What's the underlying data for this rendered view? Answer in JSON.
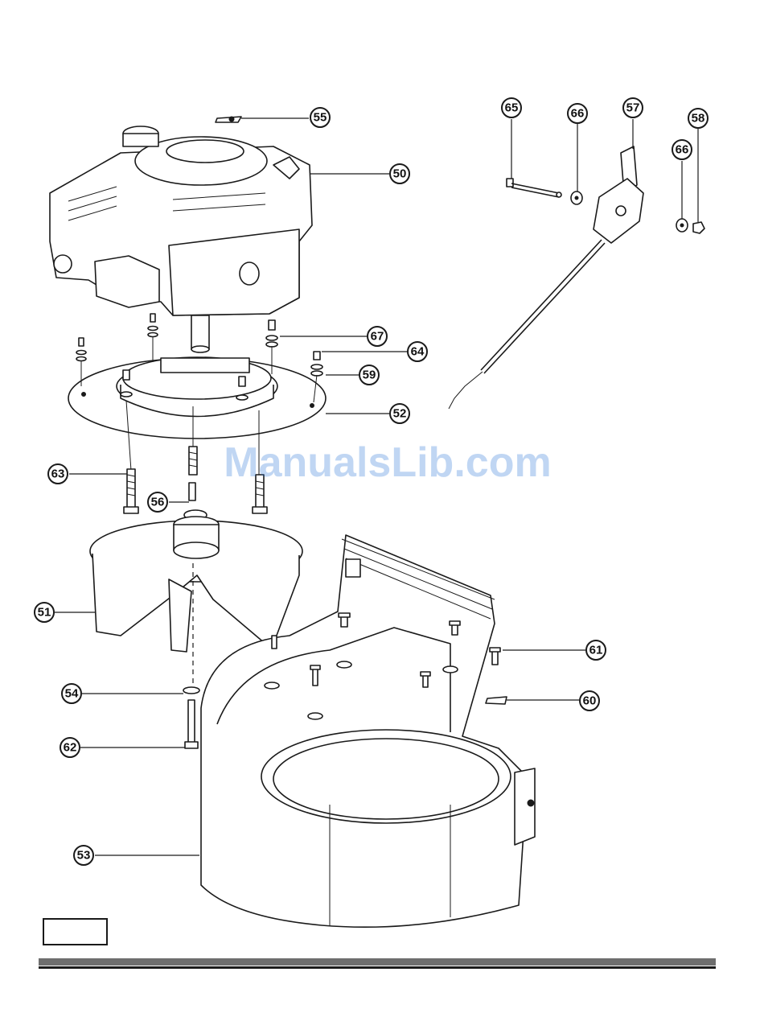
{
  "watermark": "ManualsLib.com",
  "callouts": [
    {
      "id": "c55",
      "label": "55"
    },
    {
      "id": "c50",
      "label": "50"
    },
    {
      "id": "c65",
      "label": "65"
    },
    {
      "id": "c66a",
      "label": "66"
    },
    {
      "id": "c57",
      "label": "57"
    },
    {
      "id": "c58",
      "label": "58"
    },
    {
      "id": "c66b",
      "label": "66"
    },
    {
      "id": "c67",
      "label": "67"
    },
    {
      "id": "c64",
      "label": "64"
    },
    {
      "id": "c59",
      "label": "59"
    },
    {
      "id": "c52",
      "label": "52"
    },
    {
      "id": "c63",
      "label": "63"
    },
    {
      "id": "c56",
      "label": "56"
    },
    {
      "id": "c51",
      "label": "51"
    },
    {
      "id": "c61",
      "label": "61"
    },
    {
      "id": "c54",
      "label": "54"
    },
    {
      "id": "c60",
      "label": "60"
    },
    {
      "id": "c62",
      "label": "62"
    },
    {
      "id": "c53",
      "label": "53"
    }
  ],
  "colors": {
    "ink": "#1a1a1a",
    "footer_bar": "#6e6e6e",
    "watermark": "#1f6fd6"
  }
}
